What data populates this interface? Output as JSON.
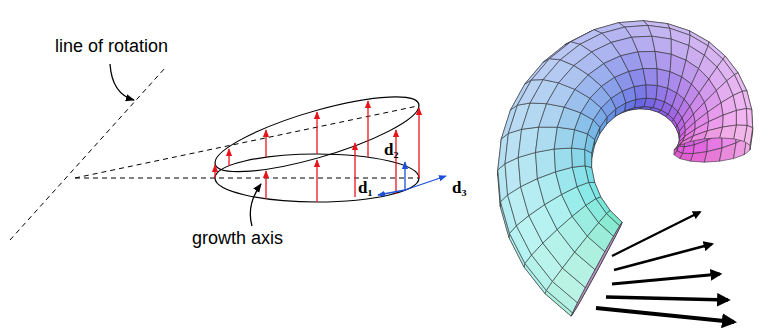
{
  "diagram": {
    "labels": [
      "line of rotation",
      "d₂",
      "d₁",
      "d₃",
      "growth axis"
    ]
  }
}
